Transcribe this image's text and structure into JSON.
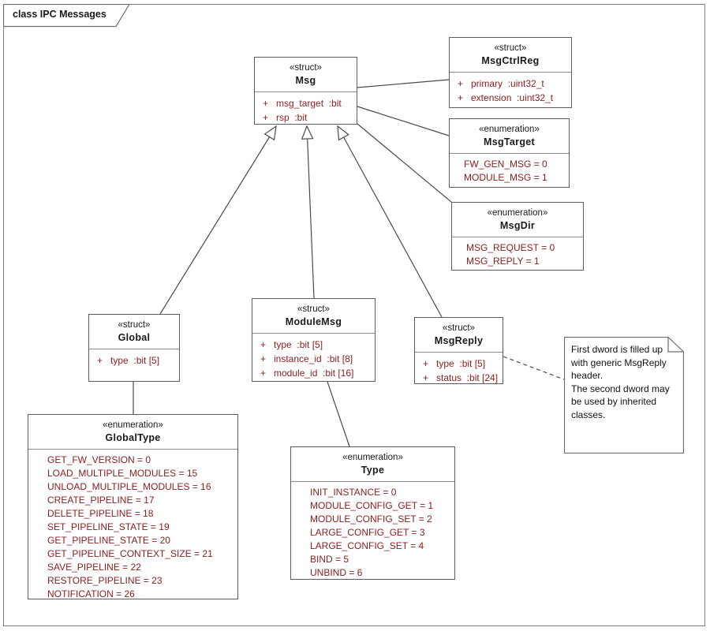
{
  "frame": {
    "title": "class IPC Messages"
  },
  "colors": {
    "member_text": "#8b2020",
    "line": "#4a4a4a",
    "border": "#5c5c5c"
  },
  "classes": [
    {
      "stereotype": "«struct»",
      "name": "Msg",
      "members": [
        "+   msg_target  :bit",
        "+   rsp  :bit"
      ]
    },
    {
      "stereotype": "«struct»",
      "name": "MsgCtrlReg",
      "members": [
        "+   primary  :uint32_t",
        "+   extension  :uint32_t"
      ]
    },
    {
      "stereotype": "«enumeration»",
      "name": "MsgTarget",
      "members": [
        "FW_GEN_MSG = 0",
        "MODULE_MSG = 1"
      ]
    },
    {
      "stereotype": "«enumeration»",
      "name": "MsgDir",
      "members": [
        "MSG_REQUEST = 0",
        "MSG_REPLY = 1"
      ]
    },
    {
      "stereotype": "«struct»",
      "name": "Global",
      "members": [
        "+   type  :bit [5]"
      ]
    },
    {
      "stereotype": "«struct»",
      "name": "ModuleMsg",
      "members": [
        "+   type  :bit [5]",
        "+   instance_id  :bit [8]",
        "+   module_id  :bit [16]"
      ]
    },
    {
      "stereotype": "«struct»",
      "name": "MsgReply",
      "members": [
        "+   type  :bit [5]",
        "+   status  :bit [24]"
      ]
    },
    {
      "stereotype": "«enumeration»",
      "name": "GlobalType",
      "members": [
        "GET_FW_VERSION = 0",
        "LOAD_MULTIPLE_MODULES = 15",
        "UNLOAD_MULTIPLE_MODULES = 16",
        "CREATE_PIPELINE = 17",
        "DELETE_PIPELINE = 18",
        "SET_PIPELINE_STATE = 19",
        "GET_PIPELINE_STATE = 20",
        "GET_PIPELINE_CONTEXT_SIZE = 21",
        "SAVE_PIPELINE = 22",
        "RESTORE_PIPELINE = 23",
        "NOTIFICATION = 26"
      ]
    },
    {
      "stereotype": "«enumeration»",
      "name": "Type",
      "members": [
        "INIT_INSTANCE = 0",
        "MODULE_CONFIG_GET = 1",
        "MODULE_CONFIG_SET = 2",
        "LARGE_CONFIG_GET = 3",
        "LARGE_CONFIG_SET = 4",
        "BIND = 5",
        "UNBIND = 6"
      ]
    }
  ],
  "note": {
    "text": "First dword is filled up with generic MsgReply header.\nThe second dword may be used by inherited classes."
  }
}
